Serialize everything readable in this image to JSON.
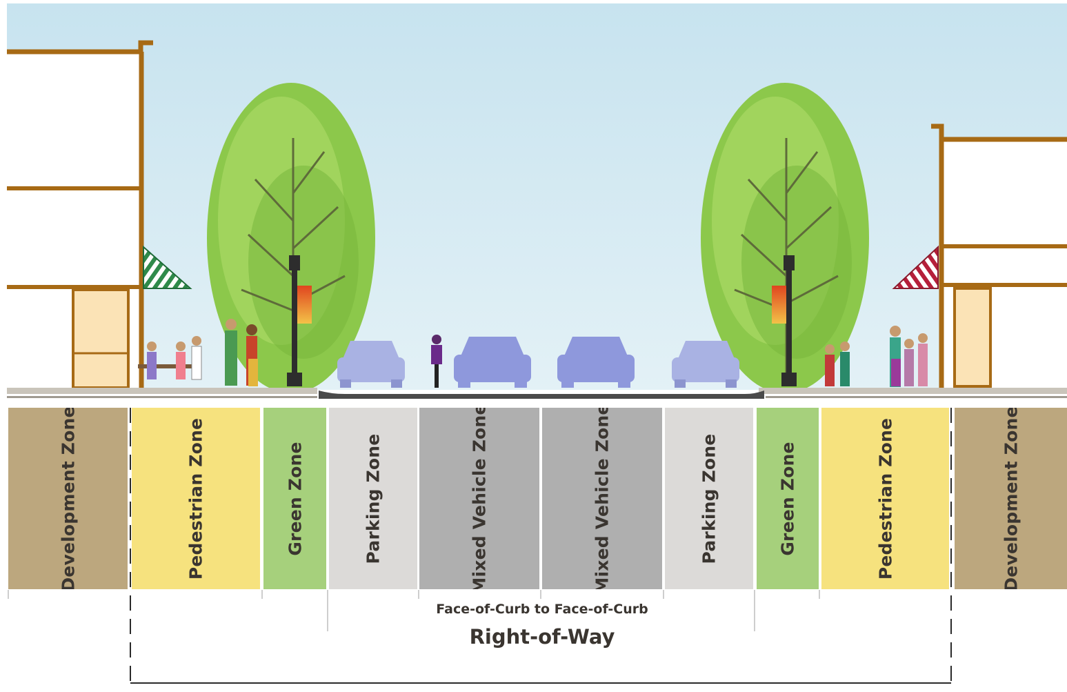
{
  "colors": {
    "sky": "#cfe7f1",
    "development": "#bca77e",
    "pedestrian": "#f6e27e",
    "green": "#a6d07c",
    "parking": "#dcdad8",
    "vehicle": "#afafaf",
    "label_text": "#3a3530",
    "building_trim": "#a76a15"
  },
  "zones": [
    {
      "label": "Development Zone",
      "type": "development"
    },
    {
      "label": "Pedestrian Zone",
      "type": "pedestrian"
    },
    {
      "label": "Green Zone",
      "type": "green"
    },
    {
      "label": "Parking Zone",
      "type": "parking"
    },
    {
      "label": "Mixed Vehicle Zone",
      "type": "vehicle"
    },
    {
      "label": "Mixed Vehicle Zone",
      "type": "vehicle"
    },
    {
      "label": "Parking Zone",
      "type": "parking"
    },
    {
      "label": "Green Zone",
      "type": "green"
    },
    {
      "label": "Pedestrian Zone",
      "type": "pedestrian"
    },
    {
      "label": "Development Zone",
      "type": "development"
    }
  ],
  "dimensions": {
    "face_of_curb": "Face-of-Curb to Face-of-Curb",
    "right_of_way": "Right-of-Way"
  }
}
